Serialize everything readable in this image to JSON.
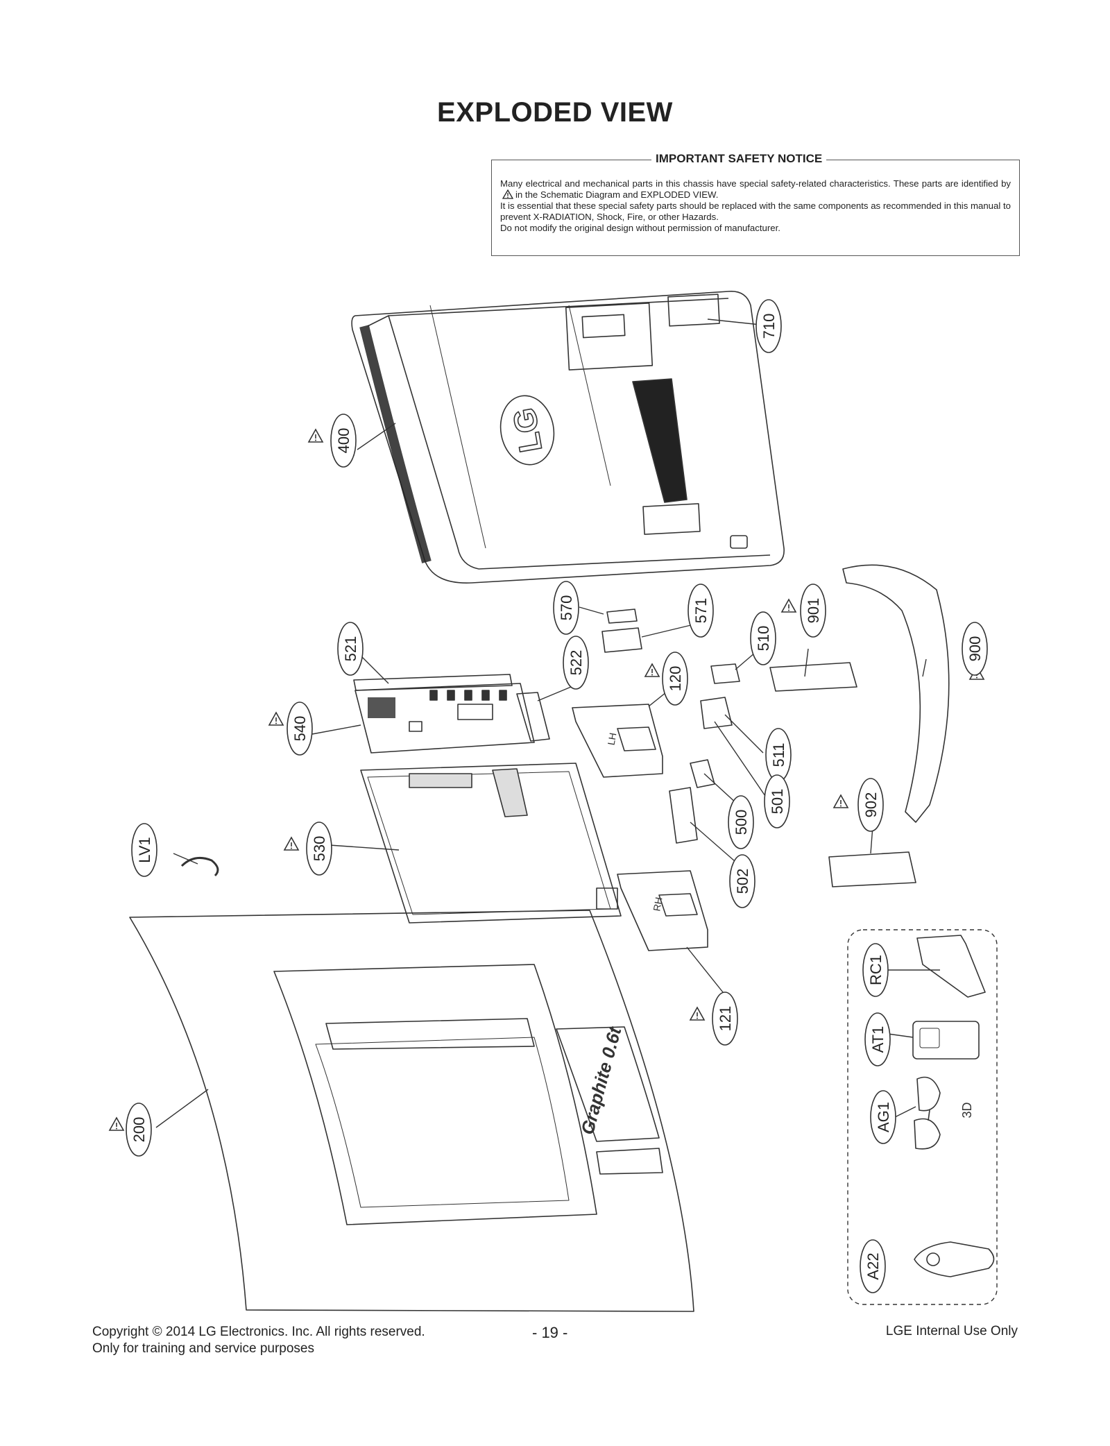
{
  "title": "EXPLODED VIEW",
  "notice": {
    "heading": "IMPORTANT SAFETY NOTICE",
    "line1a": "Many electrical and mechanical parts in this chassis have special safety-related characteristics. These parts are identified by",
    "line1b": "in the Schematic Diagram and EXPLODED VIEW.",
    "line2": "It is essential that these special safety parts should be replaced with the same components as recommended in this manual to prevent X-RADIATION, Shock, Fire, or other Hazards.",
    "line3": "Do not modify the original design without permission of manufacturer."
  },
  "parts": {
    "p710": "710",
    "p400": "400",
    "p570": "570",
    "p571": "571",
    "p901": "901",
    "p900": "900",
    "p521": "521",
    "p522": "522",
    "p120": "120",
    "p510": "510",
    "p540": "540",
    "p511": "511",
    "p501": "501",
    "p500": "500",
    "p902": "902",
    "pLV1": "LV1",
    "p530": "530",
    "p502": "502",
    "p121": "121",
    "p200": "200",
    "pRC1": "RC1",
    "pAT1": "AT1",
    "pAG1": "AG1",
    "pA22": "A22"
  },
  "labels": {
    "logo": "LG",
    "graphite": "Graphite 0.6t",
    "lh": "LH",
    "rh": "RH",
    "glasses3d": "3D"
  },
  "footer": {
    "copyright": "Copyright  © 2014 LG Electronics. Inc. All rights reserved.",
    "training": "Only for training and service purposes",
    "page": "- 19 -",
    "internal": "LGE Internal Use Only"
  }
}
